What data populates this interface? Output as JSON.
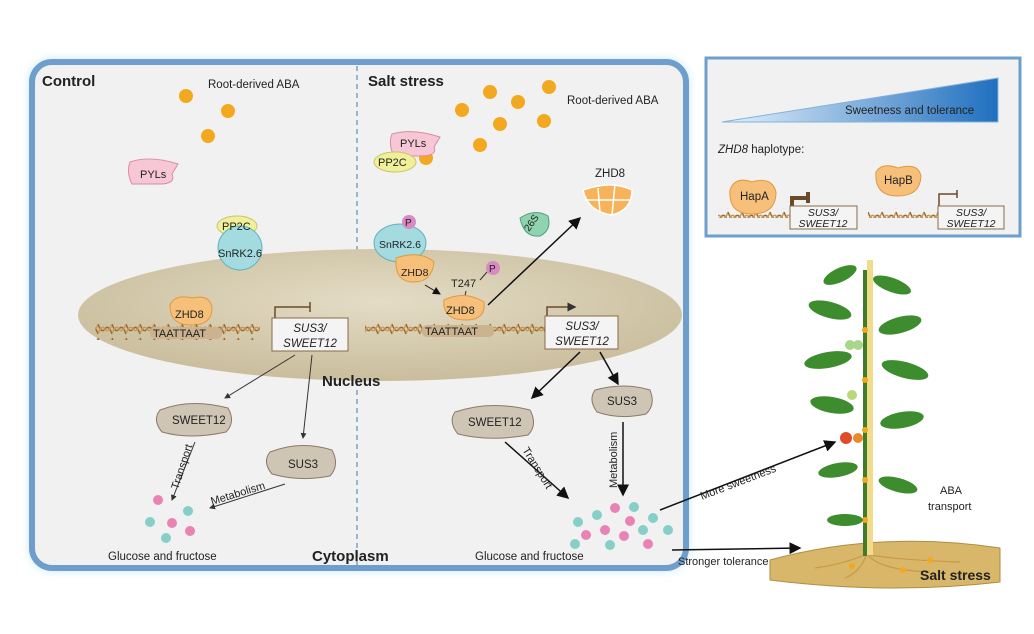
{
  "control": {
    "title": "Control",
    "aba": "Root-derived ABA",
    "pyls": "PYLs",
    "pp2c": "PP2C",
    "snrk": "SnRK2.6",
    "zhd8": "ZHD8",
    "motif": "TAATTAAT",
    "gene_line1": "SUS3/",
    "gene_line2": "SWEET12",
    "sweet12": "SWEET12",
    "sus3": "SUS3",
    "transport": "Transport",
    "metabolism": "Metabolism",
    "sugars": "Glucose and fructose"
  },
  "salt": {
    "title": "Salt stress",
    "aba": "Root-derived ABA",
    "pyls": "PYLs",
    "pp2c": "PP2C",
    "p1": "P",
    "snrk": "SnRK2.6",
    "zhd8_complex": "ZHD8",
    "t247": "T247",
    "p2": "P",
    "zhd8": "ZHD8",
    "proteasome": "26S",
    "zhd8_degraded": "ZHD8",
    "motif": "TAATTAAT",
    "gene_line1": "SUS3/",
    "gene_line2": "SWEET12",
    "sweet12": "SWEET12",
    "sus3": "SUS3",
    "transport": "Transport",
    "metabolism": "Metabolism",
    "sugars": "Glucose and fructose"
  },
  "labels": {
    "nucleus": "Nucleus",
    "cytoplasm": "Cytoplasm"
  },
  "legend": {
    "gradient_label": "Sweetness and tolerance",
    "haplotype_gene": "ZHD8",
    "haplotype_suffix": " haplotype:",
    "hapA": "HapA",
    "hapA_gene1": "SUS3/",
    "hapA_gene2": "SWEET12",
    "hapB": "HapB",
    "hapB_gene1": "SUS3/",
    "hapB_gene2": "SWEET12"
  },
  "plant": {
    "more_sweetness": "More sweetness",
    "stronger_tolerance": "Stronger tolerance",
    "aba_transport_1": "ABA",
    "aba_transport_2": "transport",
    "salt_stress": "Salt stress"
  },
  "colors": {
    "panel_border": "#6e9fcc",
    "aba": "#f2a91f",
    "zhd8": "#f6c07a",
    "pink_sugar": "#e983b4",
    "teal_sugar": "#86cfc9",
    "gradient_end": "#1f6fbf"
  }
}
